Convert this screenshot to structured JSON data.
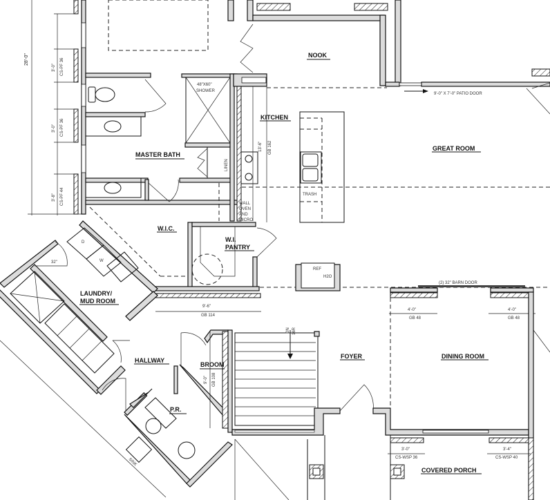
{
  "plan": {
    "rooms": {
      "nook": "NOOK",
      "great_room": "GREAT ROOM",
      "kitchen": "KITCHEN",
      "master_bath": "MASTER BATH",
      "wic": "W.I.C.",
      "wi_pantry_1": "W.I.",
      "wi_pantry_2": "PANTRY",
      "laundry_1": "LAUNDRY/",
      "laundry_2": "MUD ROOM",
      "hallway": "HALLWAY",
      "broom": "BROOM",
      "pr": "P.R.",
      "foyer": "FOYER",
      "dining_room": "DINING ROOM",
      "covered_porch": "COVERED PORCH"
    },
    "notes": {
      "shower_1": "48\"X60\"",
      "shower_2": "SHOWER",
      "linen": "LINEN",
      "trash": "TRASH",
      "ref": "REF",
      "h2o": "H2O",
      "wall_oven_1": "WALL",
      "wall_oven_2": "OVEN",
      "wall_oven_3": "AND",
      "wall_oven_4": "MICRO",
      "patio_door": "9'-0\" X 7'-0\" PATIO DOOR",
      "barn_door": "(2) 32\" BARN DOOR",
      "stair_dn": "DN",
      "stair_risers": "16R",
      "sink": "SINK",
      "laundry_door": "32\"",
      "dryer": "D",
      "washer": "W"
    },
    "dimensions": {
      "overall_left": "28'-0\"",
      "win1": "3'-0\"",
      "win1_code": "CS-PF 36",
      "win2": "3'-0\"",
      "win2_code": "CS-PF 36",
      "win3": "3'-8\"",
      "win3_code": "CS-PF 44",
      "kitchen_len": "13'-6\"",
      "kitchen_gb": "GB 162",
      "hall_len": "9'-6\"",
      "hall_gb": "GB 114",
      "dining_left": "4'-0\"",
      "dining_left_gb": "GB 48",
      "dining_right": "4'-0\"",
      "dining_right_gb": "GB 48",
      "broom_len": "9'-0\"",
      "broom_gb": "GB 108",
      "porch_left": "3'-0\"",
      "porch_left_code": "CS-WSP 36",
      "porch_right": "3'-4\"",
      "porch_right_code": "CS-WSP 40"
    },
    "colors": {
      "wall_fill": "#dcdcdc",
      "line": "#111111"
    }
  }
}
